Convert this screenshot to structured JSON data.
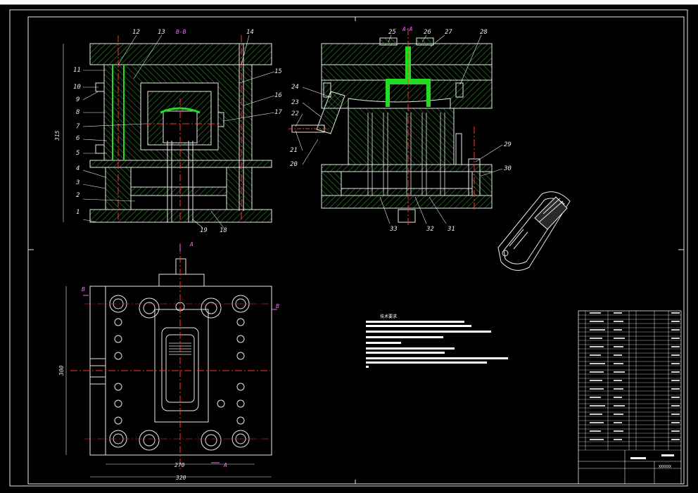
{
  "left_view": {
    "section_label": "B-B",
    "dim_height": "315",
    "labels": [
      "1",
      "2",
      "3",
      "4",
      "5",
      "6",
      "7",
      "8",
      "9",
      "10",
      "11",
      "12",
      "13",
      "14",
      "15",
      "16",
      "17",
      "18",
      "19"
    ]
  },
  "right_view": {
    "section_label": "A-A",
    "labels": [
      "20",
      "21",
      "22",
      "23",
      "24",
      "25",
      "26",
      "27",
      "28",
      "29",
      "30",
      "31",
      "32",
      "33"
    ]
  },
  "plan_view": {
    "dim_width_inner": "270",
    "dim_width_outer": "320",
    "dim_height": "300",
    "section_marks": [
      "A",
      "A",
      "B",
      "B"
    ]
  },
  "tech_notes": {
    "title": "技术要求"
  },
  "title_block": {
    "drawing_name": "XXXXXX"
  },
  "colors": {
    "outline": "#e8e8e8",
    "hatch": "#2f8f2f",
    "center": "#ff3333",
    "highlight": "#22dd22",
    "annotation": "#ff66ff",
    "text_bar": "#ffffff"
  }
}
